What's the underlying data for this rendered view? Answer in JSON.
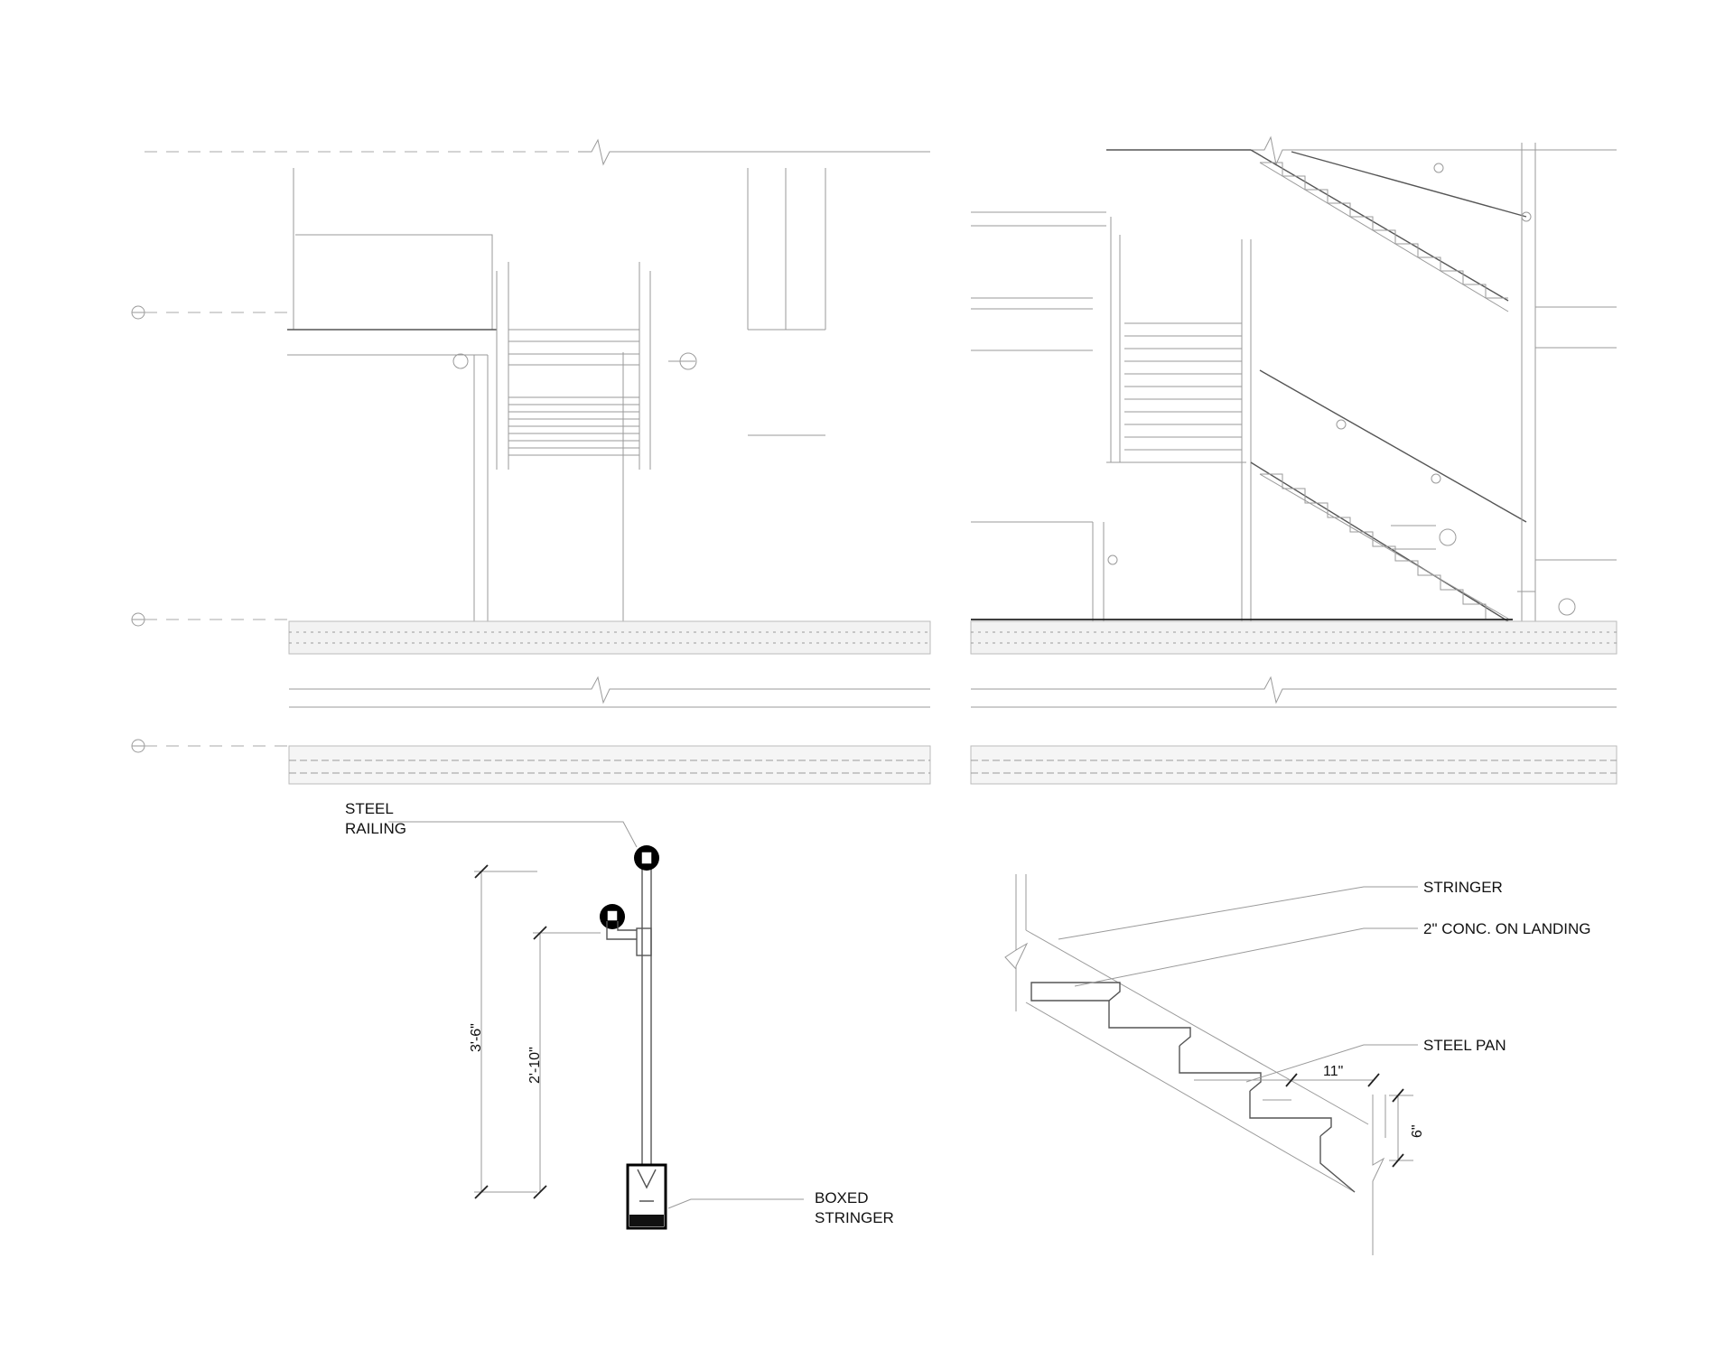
{
  "railing_detail": {
    "labels": {
      "steel_railing_line1": "STEEL",
      "steel_railing_line2": "RAILING",
      "boxed_stringer_line1": "BOXED",
      "boxed_stringer_line2": "STRINGER"
    },
    "dimensions": {
      "rail_height": "3'-6\"",
      "handrail_height": "2'-10\""
    }
  },
  "stair_detail": {
    "labels": {
      "stringer": "STRINGER",
      "landing": "2\" CONC. ON LANDING",
      "steel_pan": "STEEL PAN"
    },
    "dimensions": {
      "tread": "11\"",
      "riser": "6\""
    }
  },
  "colors": {
    "line": "#555555",
    "light_line": "#9a9a9a",
    "ink": "#111111",
    "background": "#ffffff"
  }
}
